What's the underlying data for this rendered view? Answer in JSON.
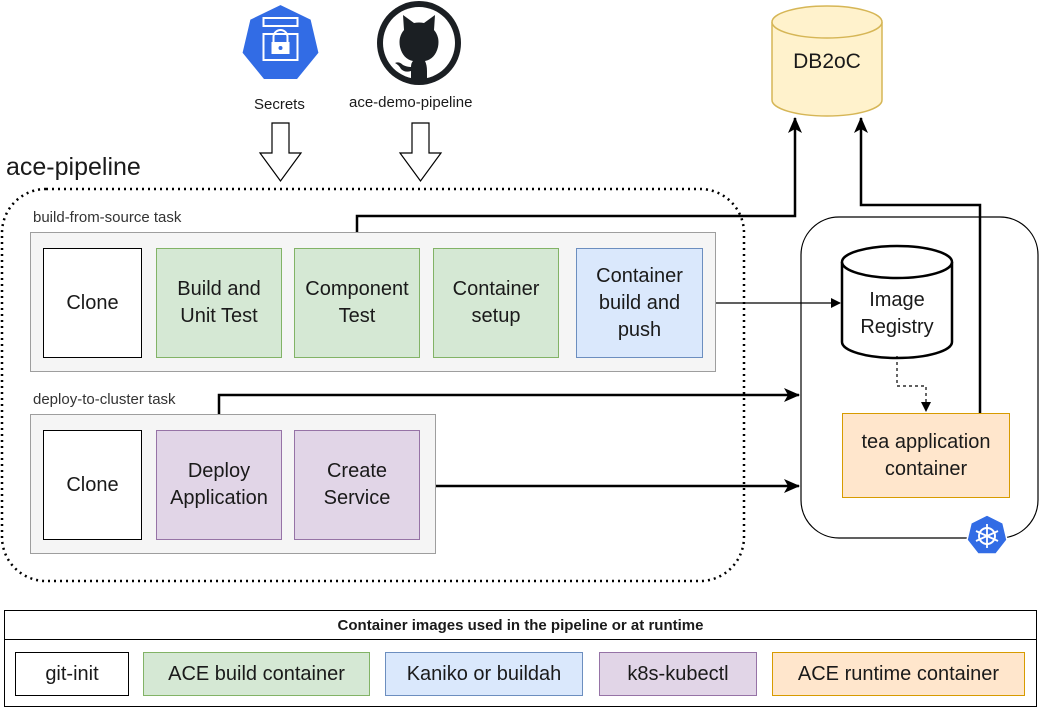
{
  "pipeline": {
    "title": "ace-pipeline",
    "build_task": {
      "label": "build-from-source task",
      "steps": [
        "Clone",
        "Build and Unit Test",
        "Component Test",
        "Container setup",
        "Container build and push"
      ]
    },
    "deploy_task": {
      "label": "deploy-to-cluster task",
      "steps": [
        "Clone",
        "Deploy Application",
        "Create Service"
      ]
    }
  },
  "inputs": {
    "secrets": "Secrets",
    "repo": "ace-demo-pipeline"
  },
  "database": "DB2oC",
  "cluster": {
    "registry": "Image Registry",
    "app_container": "tea application container"
  },
  "legend": {
    "title": "Container images used in the pipeline or at runtime",
    "items": [
      "git-init",
      "ACE build container",
      "Kaniko or buildah",
      "k8s-kubectl",
      "ACE runtime container"
    ]
  },
  "colors": {
    "green_fill": "#d5e8d4",
    "blue_fill": "#dae8fc",
    "purple_fill": "#e1d5e7",
    "orange_fill": "#ffe6cc",
    "db_fill": "#fff2cc",
    "kubernetes_blue": "#326ce5"
  }
}
